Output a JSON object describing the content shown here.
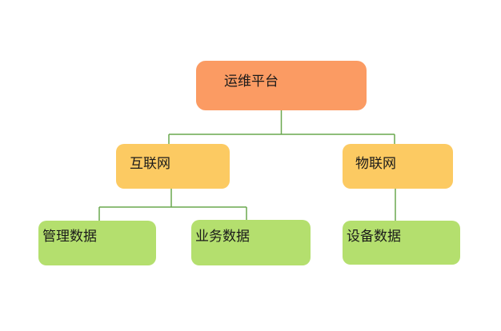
{
  "diagram": {
    "type": "org-tree",
    "colors": {
      "connector": "#6aa84f",
      "level1_fill": "#fb9b63",
      "level2_fill": "#fcca62",
      "level3_fill": "#b4df6e",
      "text": "#1a1a1a",
      "background": "#ffffff"
    },
    "root": {
      "label": "运维平台",
      "children": [
        {
          "label": "互联网",
          "children": [
            {
              "label": "管理数据"
            },
            {
              "label": "业务数据"
            }
          ]
        },
        {
          "label": "物联网",
          "children": [
            {
              "label": "设备数据"
            }
          ]
        }
      ]
    }
  }
}
